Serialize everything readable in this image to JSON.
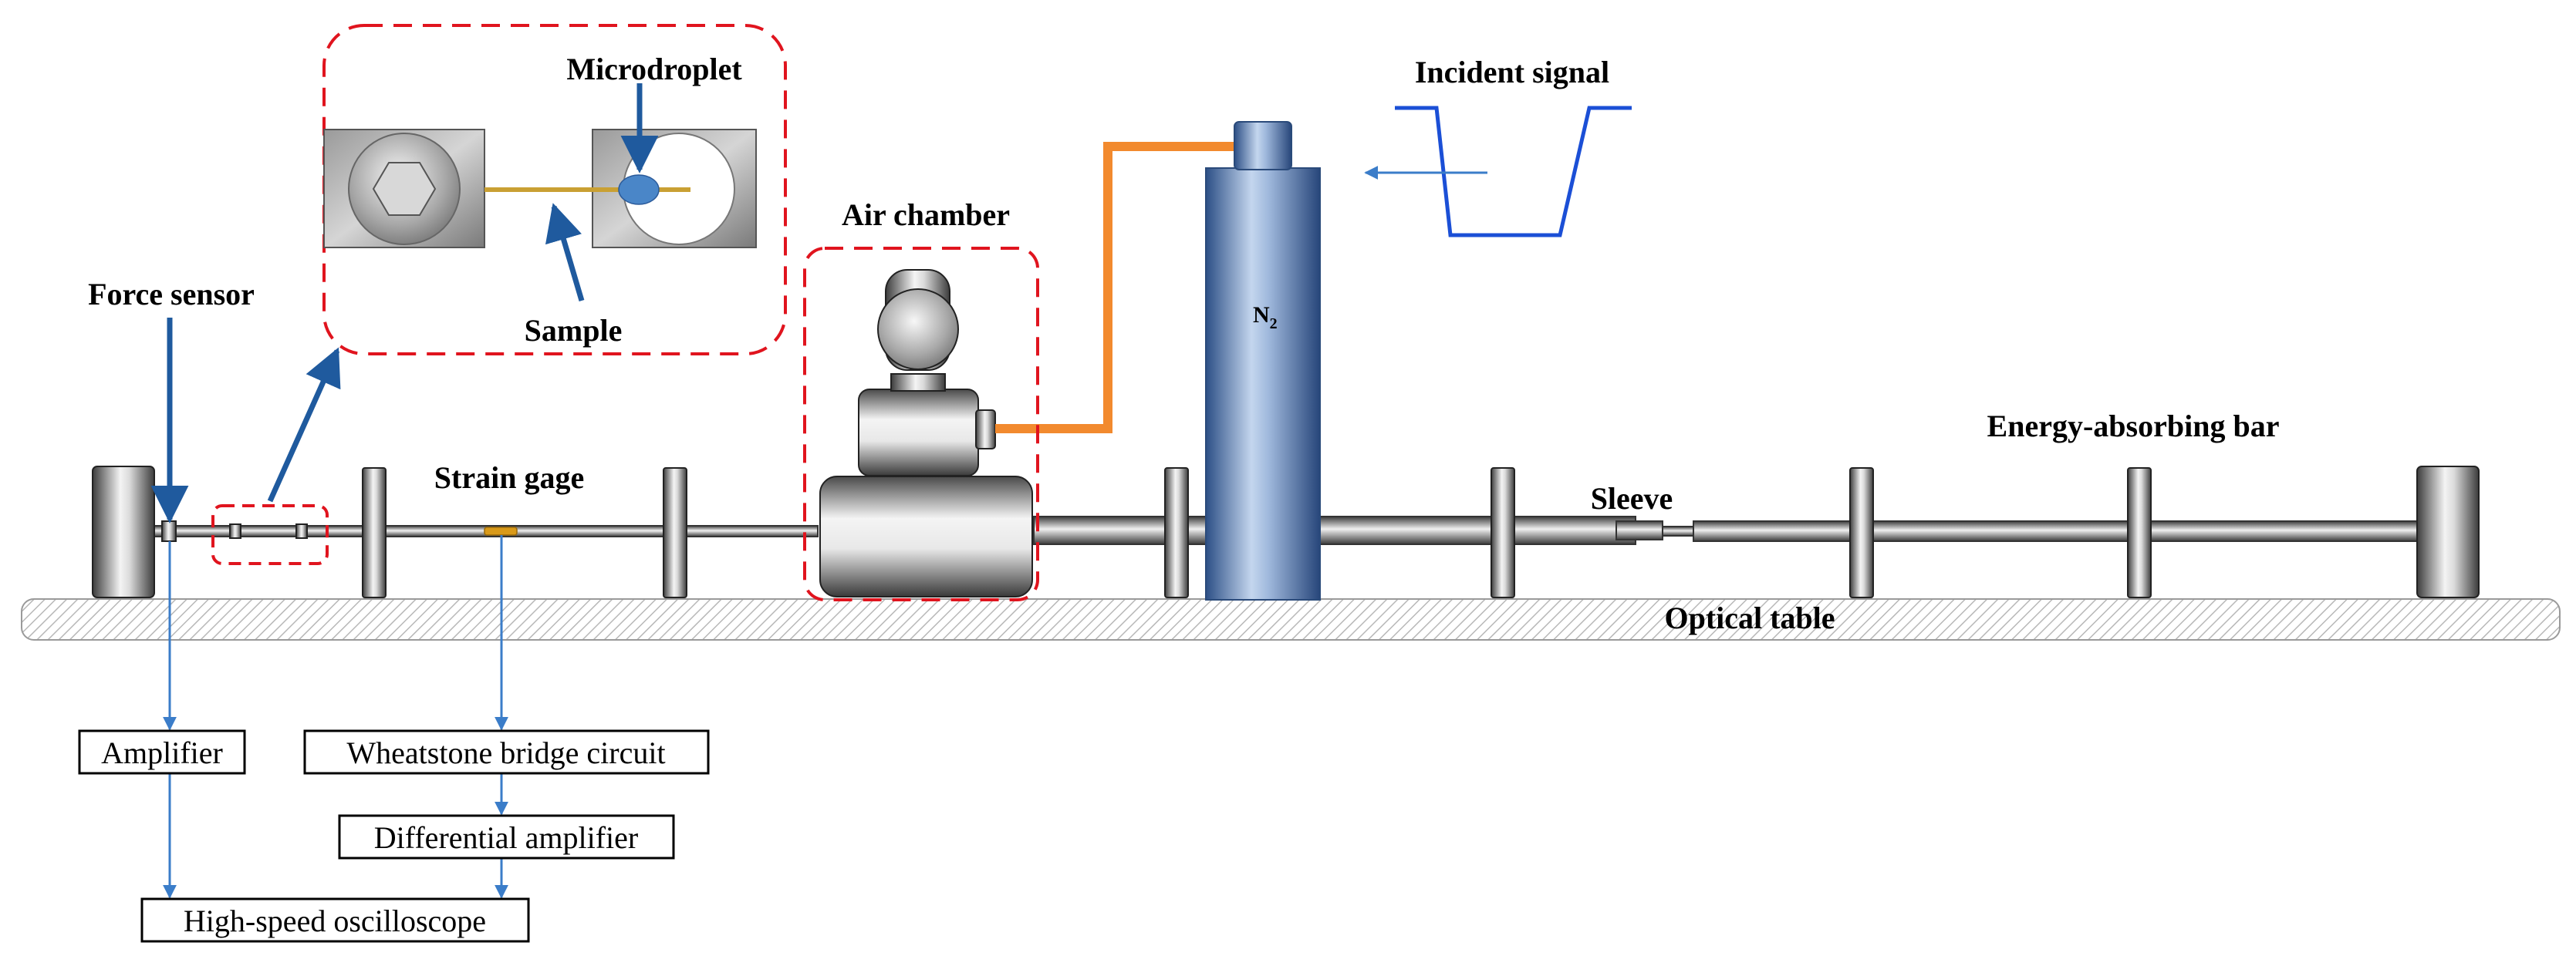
{
  "labels": {
    "microdroplet": "Microdroplet",
    "sample": "Sample",
    "force_sensor": "Force sensor",
    "strain_gage": "Strain gage",
    "air_chamber": "Air chamber",
    "incident_signal": "Incident signal",
    "n2_main": "N",
    "n2_sub": "2",
    "sleeve": "Sleeve",
    "energy_absorbing_bar": "Energy-absorbing bar",
    "optical_table": "Optical table"
  },
  "boxes": {
    "amplifier": "Amplifier",
    "wheatstone": "Wheatstone bridge circuit",
    "differential_amplifier": "Differential amplifier",
    "oscilloscope": "High-speed oscilloscope"
  },
  "colors": {
    "dashed_red": "#e0141e",
    "blue_arrow": "#1f5a9e",
    "signal_line": "#1b4fd6",
    "connector_blue": "#3b7dc9",
    "orange_pipe": "#f28a2e",
    "gage_gold": "#d99a1a",
    "sample_gold": "#c9a033",
    "droplet_blue": "#4a86c8"
  }
}
